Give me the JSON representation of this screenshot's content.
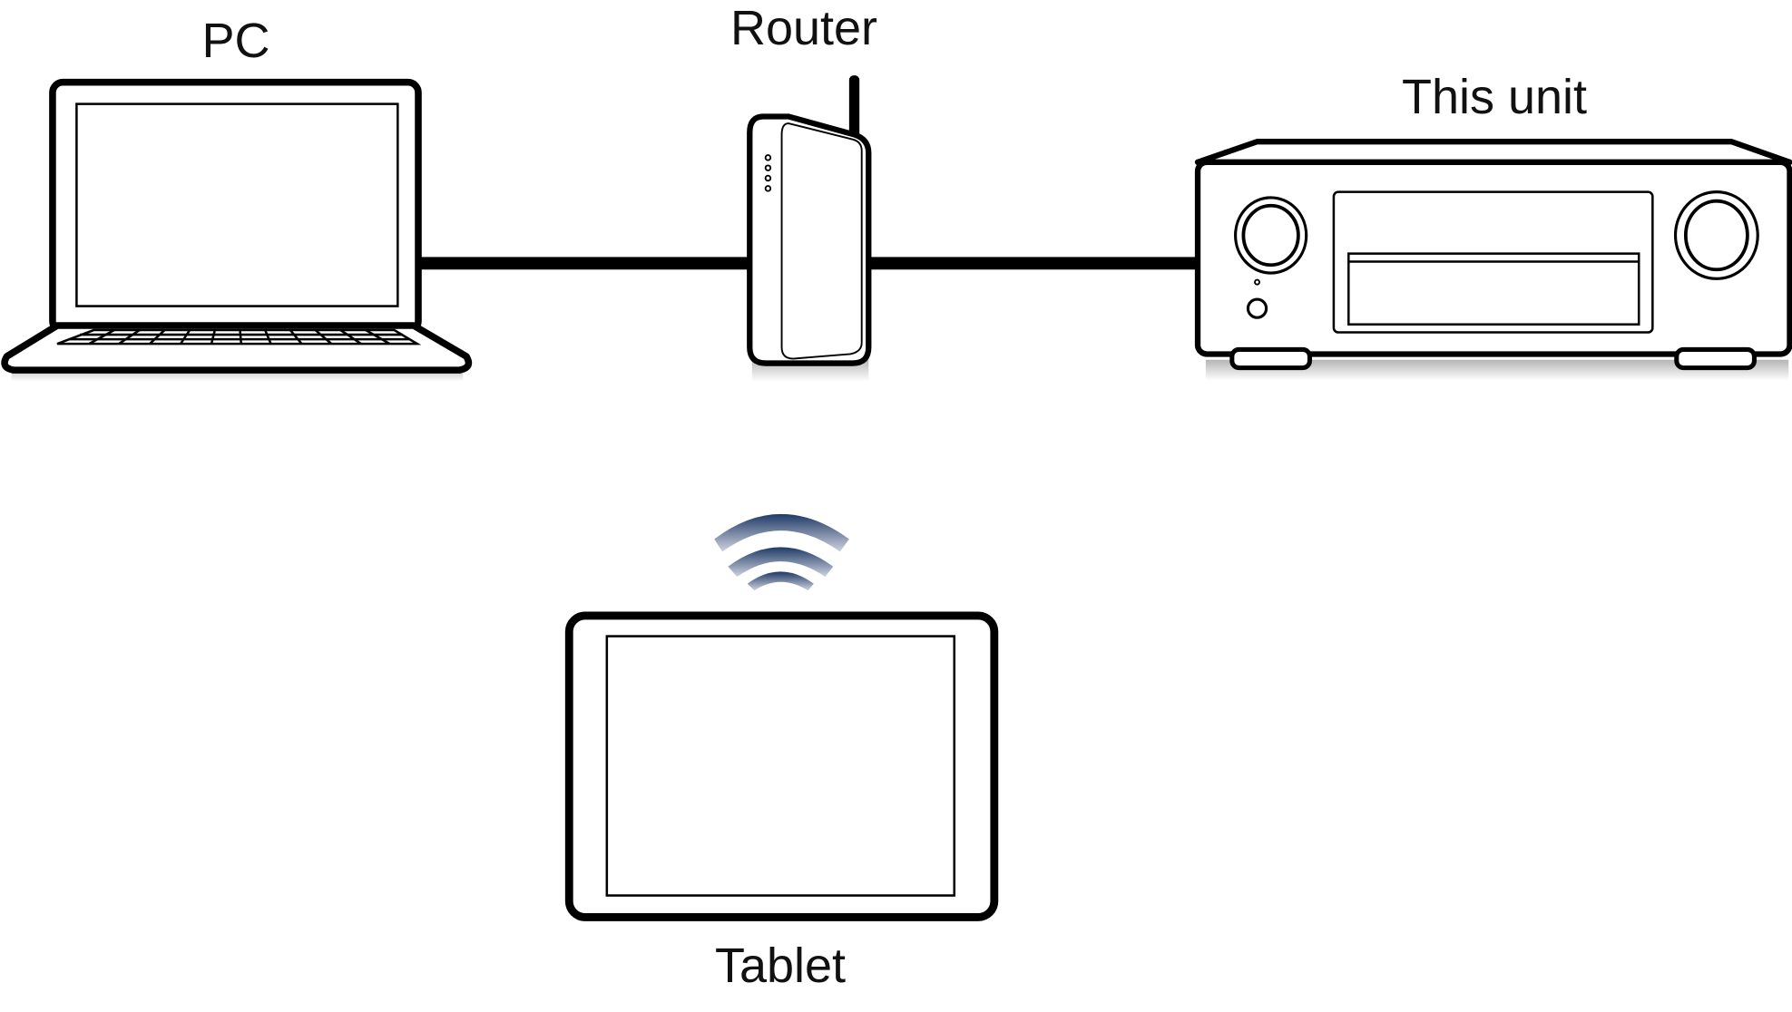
{
  "diagram": {
    "type": "network-connection",
    "nodes": [
      {
        "id": "pc",
        "label": "PC",
        "icon": "laptop-icon"
      },
      {
        "id": "router",
        "label": "Router",
        "icon": "wifi-router-icon"
      },
      {
        "id": "unit",
        "label": "This unit",
        "icon": "av-receiver-icon"
      },
      {
        "id": "tablet",
        "label": "Tablet",
        "icon": "tablet-icon"
      }
    ],
    "edges": [
      {
        "from": "pc",
        "to": "router",
        "kind": "wired"
      },
      {
        "from": "router",
        "to": "unit",
        "kind": "wired"
      },
      {
        "from": "tablet",
        "to": "router",
        "kind": "wireless"
      }
    ],
    "colors": {
      "line": "#000000",
      "wifi_dark": "#1f3a66",
      "wifi_light": "#c4c8d8"
    }
  },
  "labels": {
    "pc": "PC",
    "router": "Router",
    "unit": "This unit",
    "tablet": "Tablet"
  }
}
